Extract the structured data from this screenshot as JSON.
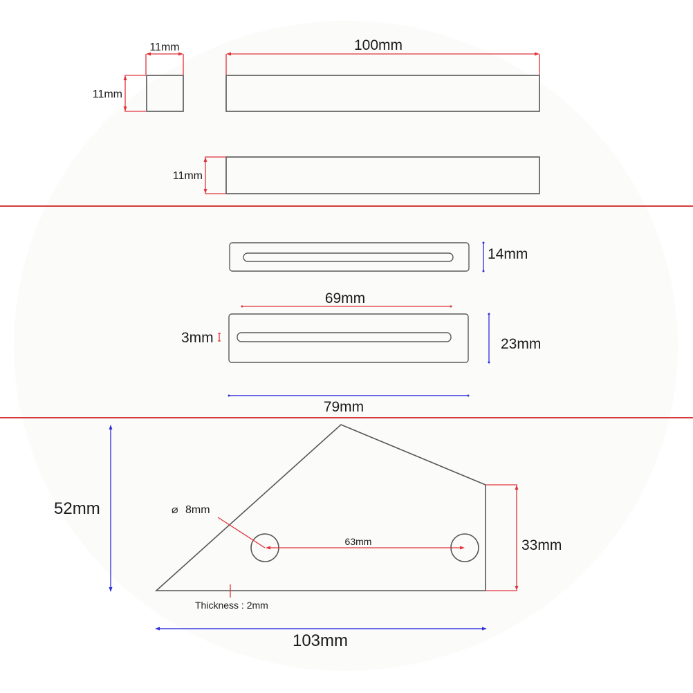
{
  "diagram": {
    "section_1": {
      "cross_section_width_label": "11mm",
      "cross_section_height_label": "11mm",
      "bar_length_label": "100mm",
      "bar_side_height_label": "11mm"
    },
    "section_2": {
      "small_plate_height_label": "14mm",
      "slot_length_label": "69mm",
      "slot_width_label": "3mm",
      "large_plate_height_label": "23mm",
      "large_plate_width_label": "79mm"
    },
    "section_3": {
      "total_height_label": "52mm",
      "hole_diameter_symbol": "⌀",
      "hole_diameter_label": "8mm",
      "hole_spacing_label": "63mm",
      "right_edge_height_label": "33mm",
      "thickness_label": "Thickness : 2mm",
      "base_width_label": "103mm"
    },
    "colors": {
      "part_outline": "#555555",
      "dimension_red": "#e0333a",
      "dimension_blue": "#3b3be0",
      "separator": "#d43c3c"
    }
  }
}
